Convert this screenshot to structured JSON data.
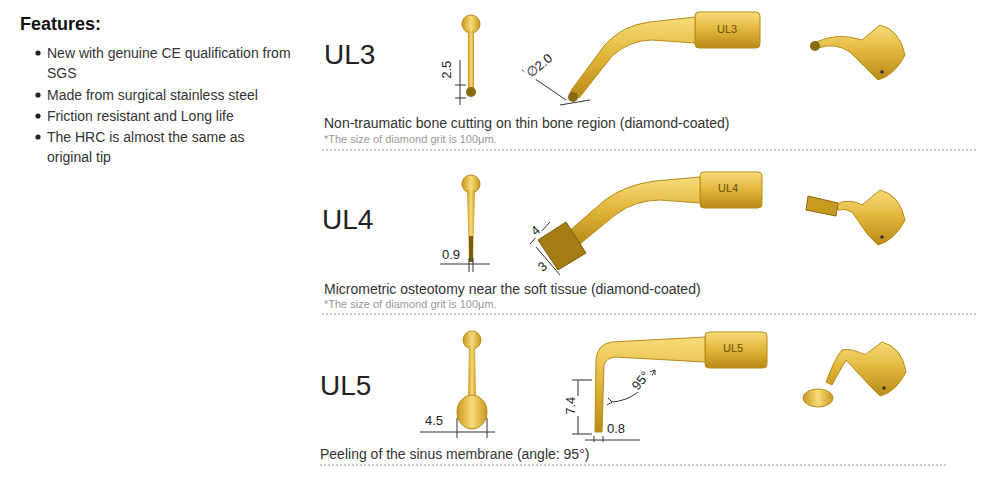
{
  "diagram": {
    "title": "Features:",
    "labels": [
      "New with genuine CE qualification from SGS",
      "Made from surgical stainless steel",
      "Friction resistant and Long life",
      "The HRC is almost the same as original tip",
      "UL3",
      "2.5",
      "∅2.0",
      "UL3",
      "Non-traumatic bone cutting on thin bone region (diamond-coated)",
      "*The size of diamond grit is 100μm.",
      "UL4",
      "0.9",
      "4",
      "3",
      "UL4",
      "Micrometric osteotomy near the soft tissue (diamond-coated)",
      "*The size of diamond grit is 100μm.",
      "UL5",
      "4.5",
      "95°",
      "7.4",
      "0.8",
      "UL5",
      "Peeling of the sinus membrane (angle: 95°)"
    ]
  }
}
